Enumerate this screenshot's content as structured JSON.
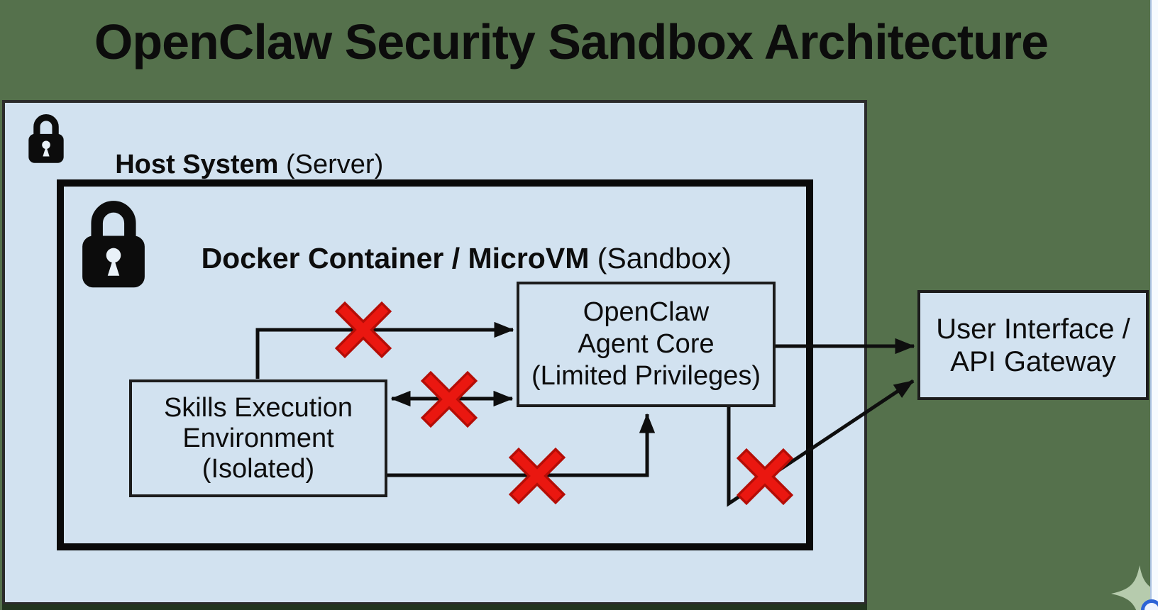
{
  "title": "OpenClaw Security Sandbox Architecture",
  "host": {
    "label_bold": "Host System",
    "label_suffix": " (Server)"
  },
  "sandbox": {
    "label_bold": "Docker Container / MicroVM",
    "label_suffix": " (Sandbox)"
  },
  "nodes": {
    "skills": {
      "lines": [
        "Skills Execution",
        "Environment",
        "(Isolated)"
      ]
    },
    "agent": {
      "lines": [
        "OpenClaw",
        "Agent Core",
        "(Limited Privileges)"
      ]
    },
    "gateway": {
      "lines": [
        "User Interface /",
        "API Gateway"
      ]
    }
  },
  "edges": [
    {
      "id": "edge-skills-top-to-agent",
      "from": "Skills Execution Environment",
      "to": "OpenClaw Agent Core",
      "route": "elbow-top",
      "arrow": "single",
      "blocked": true
    },
    {
      "id": "edge-skills-agent-bidirectional",
      "from": "Skills Execution Environment",
      "to": "OpenClaw Agent Core",
      "route": "straight",
      "arrow": "double",
      "blocked": true
    },
    {
      "id": "edge-skills-bottom-to-agent",
      "from": "Skills Execution Environment",
      "to": "OpenClaw Agent Core",
      "route": "elbow-bottom",
      "arrow": "single",
      "blocked": true
    },
    {
      "id": "edge-agent-to-gateway",
      "from": "OpenClaw Agent Core",
      "to": "User Interface / API Gateway",
      "route": "straight",
      "arrow": "single",
      "blocked": false
    },
    {
      "id": "edge-agent-bypass-to-gateway",
      "from": "OpenClaw Agent Core",
      "to": "User Interface / API Gateway",
      "route": "elbow-diagonal",
      "arrow": "single",
      "blocked": true
    }
  ],
  "colors": {
    "background_green": "#55714c",
    "panel_blue": "#d2e2f0",
    "line_black": "#0e0e0e",
    "blocked_red": "#e8140f",
    "sparkle_green": "#b6cbad",
    "scroll_strip_white": "#f7fbff",
    "scroll_accent_blue": "#2c63d6"
  },
  "icons": {
    "host_badge": "lock-icon",
    "sandbox_badge": "lock-icon",
    "corner_decoration": "sparkle-icon",
    "corner_cursor": "circle-cursor-icon"
  }
}
